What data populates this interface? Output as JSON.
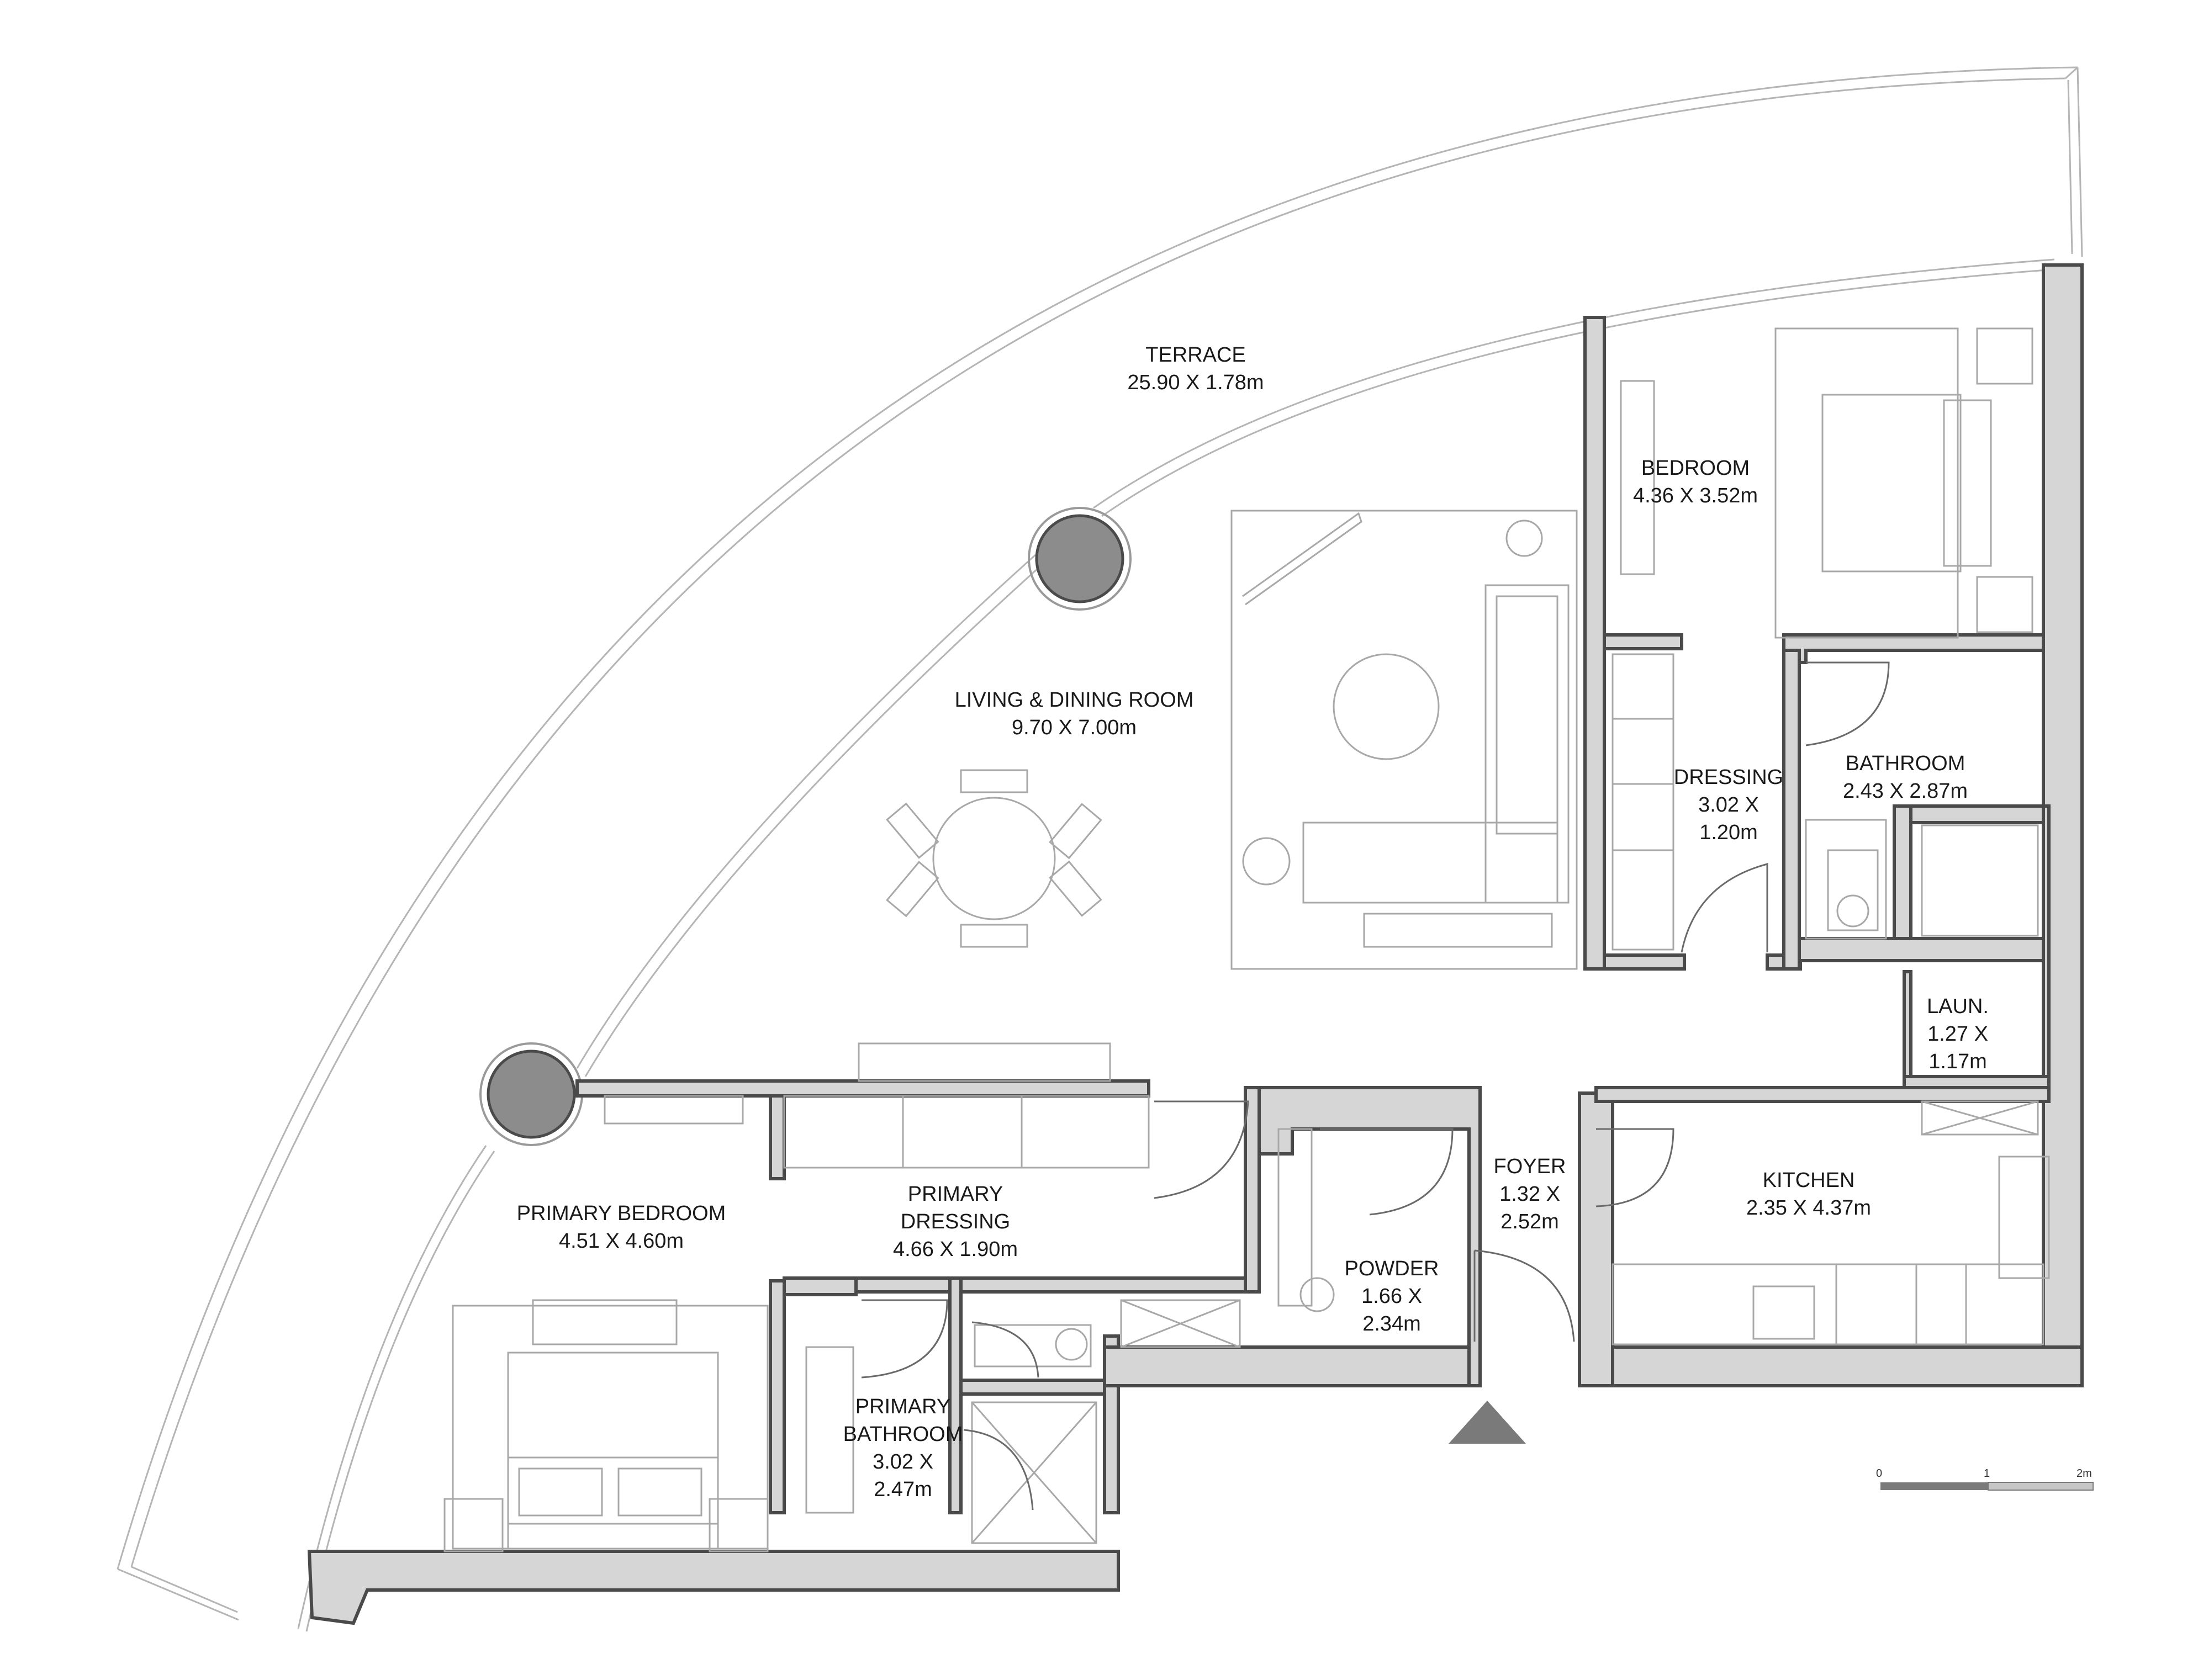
{
  "rooms": [
    {
      "name": "TERRACE",
      "size": "25.90 X 1.78m"
    },
    {
      "name": "BEDROOM",
      "size": "4.36 X 3.52m"
    },
    {
      "name": "LIVING & DINING ROOM",
      "size": "9.70 X 7.00m"
    },
    {
      "name": "DRESSING",
      "size_line1": "3.02 X",
      "size_line2": "1.20m"
    },
    {
      "name": "BATHROOM",
      "size": "2.43 X 2.87m"
    },
    {
      "name": "LAUN.",
      "size_line1": "1.27 X",
      "size_line2": "1.17m"
    },
    {
      "name": "PRIMARY BEDROOM",
      "size": "4.51 X 4.60m"
    },
    {
      "name_line1": "PRIMARY",
      "name_line2": "DRESSING",
      "size": "4.66 X 1.90m"
    },
    {
      "name": "FOYER",
      "size_line1": "1.32 X",
      "size_line2": "2.52m"
    },
    {
      "name": "KITCHEN",
      "size": "2.35 X 4.37m"
    },
    {
      "name": "POWDER",
      "size_line1": "1.66 X",
      "size_line2": "2.34m"
    },
    {
      "name_line1": "PRIMARY",
      "name_line2": "BATHROOM",
      "size_line1": "3.02 X",
      "size_line2": "2.47m"
    }
  ],
  "scale_bar": {
    "ticks": [
      "0",
      "1",
      "2m"
    ]
  },
  "colors": {
    "wall_fill": "#d6d6d6",
    "wall_stroke": "#4a4a4a",
    "column_fill": "#8c8c8c",
    "entrance_marker": "#7a7a7a"
  },
  "icons": [
    "entrance-arrow-icon",
    "north-scale-bar"
  ]
}
